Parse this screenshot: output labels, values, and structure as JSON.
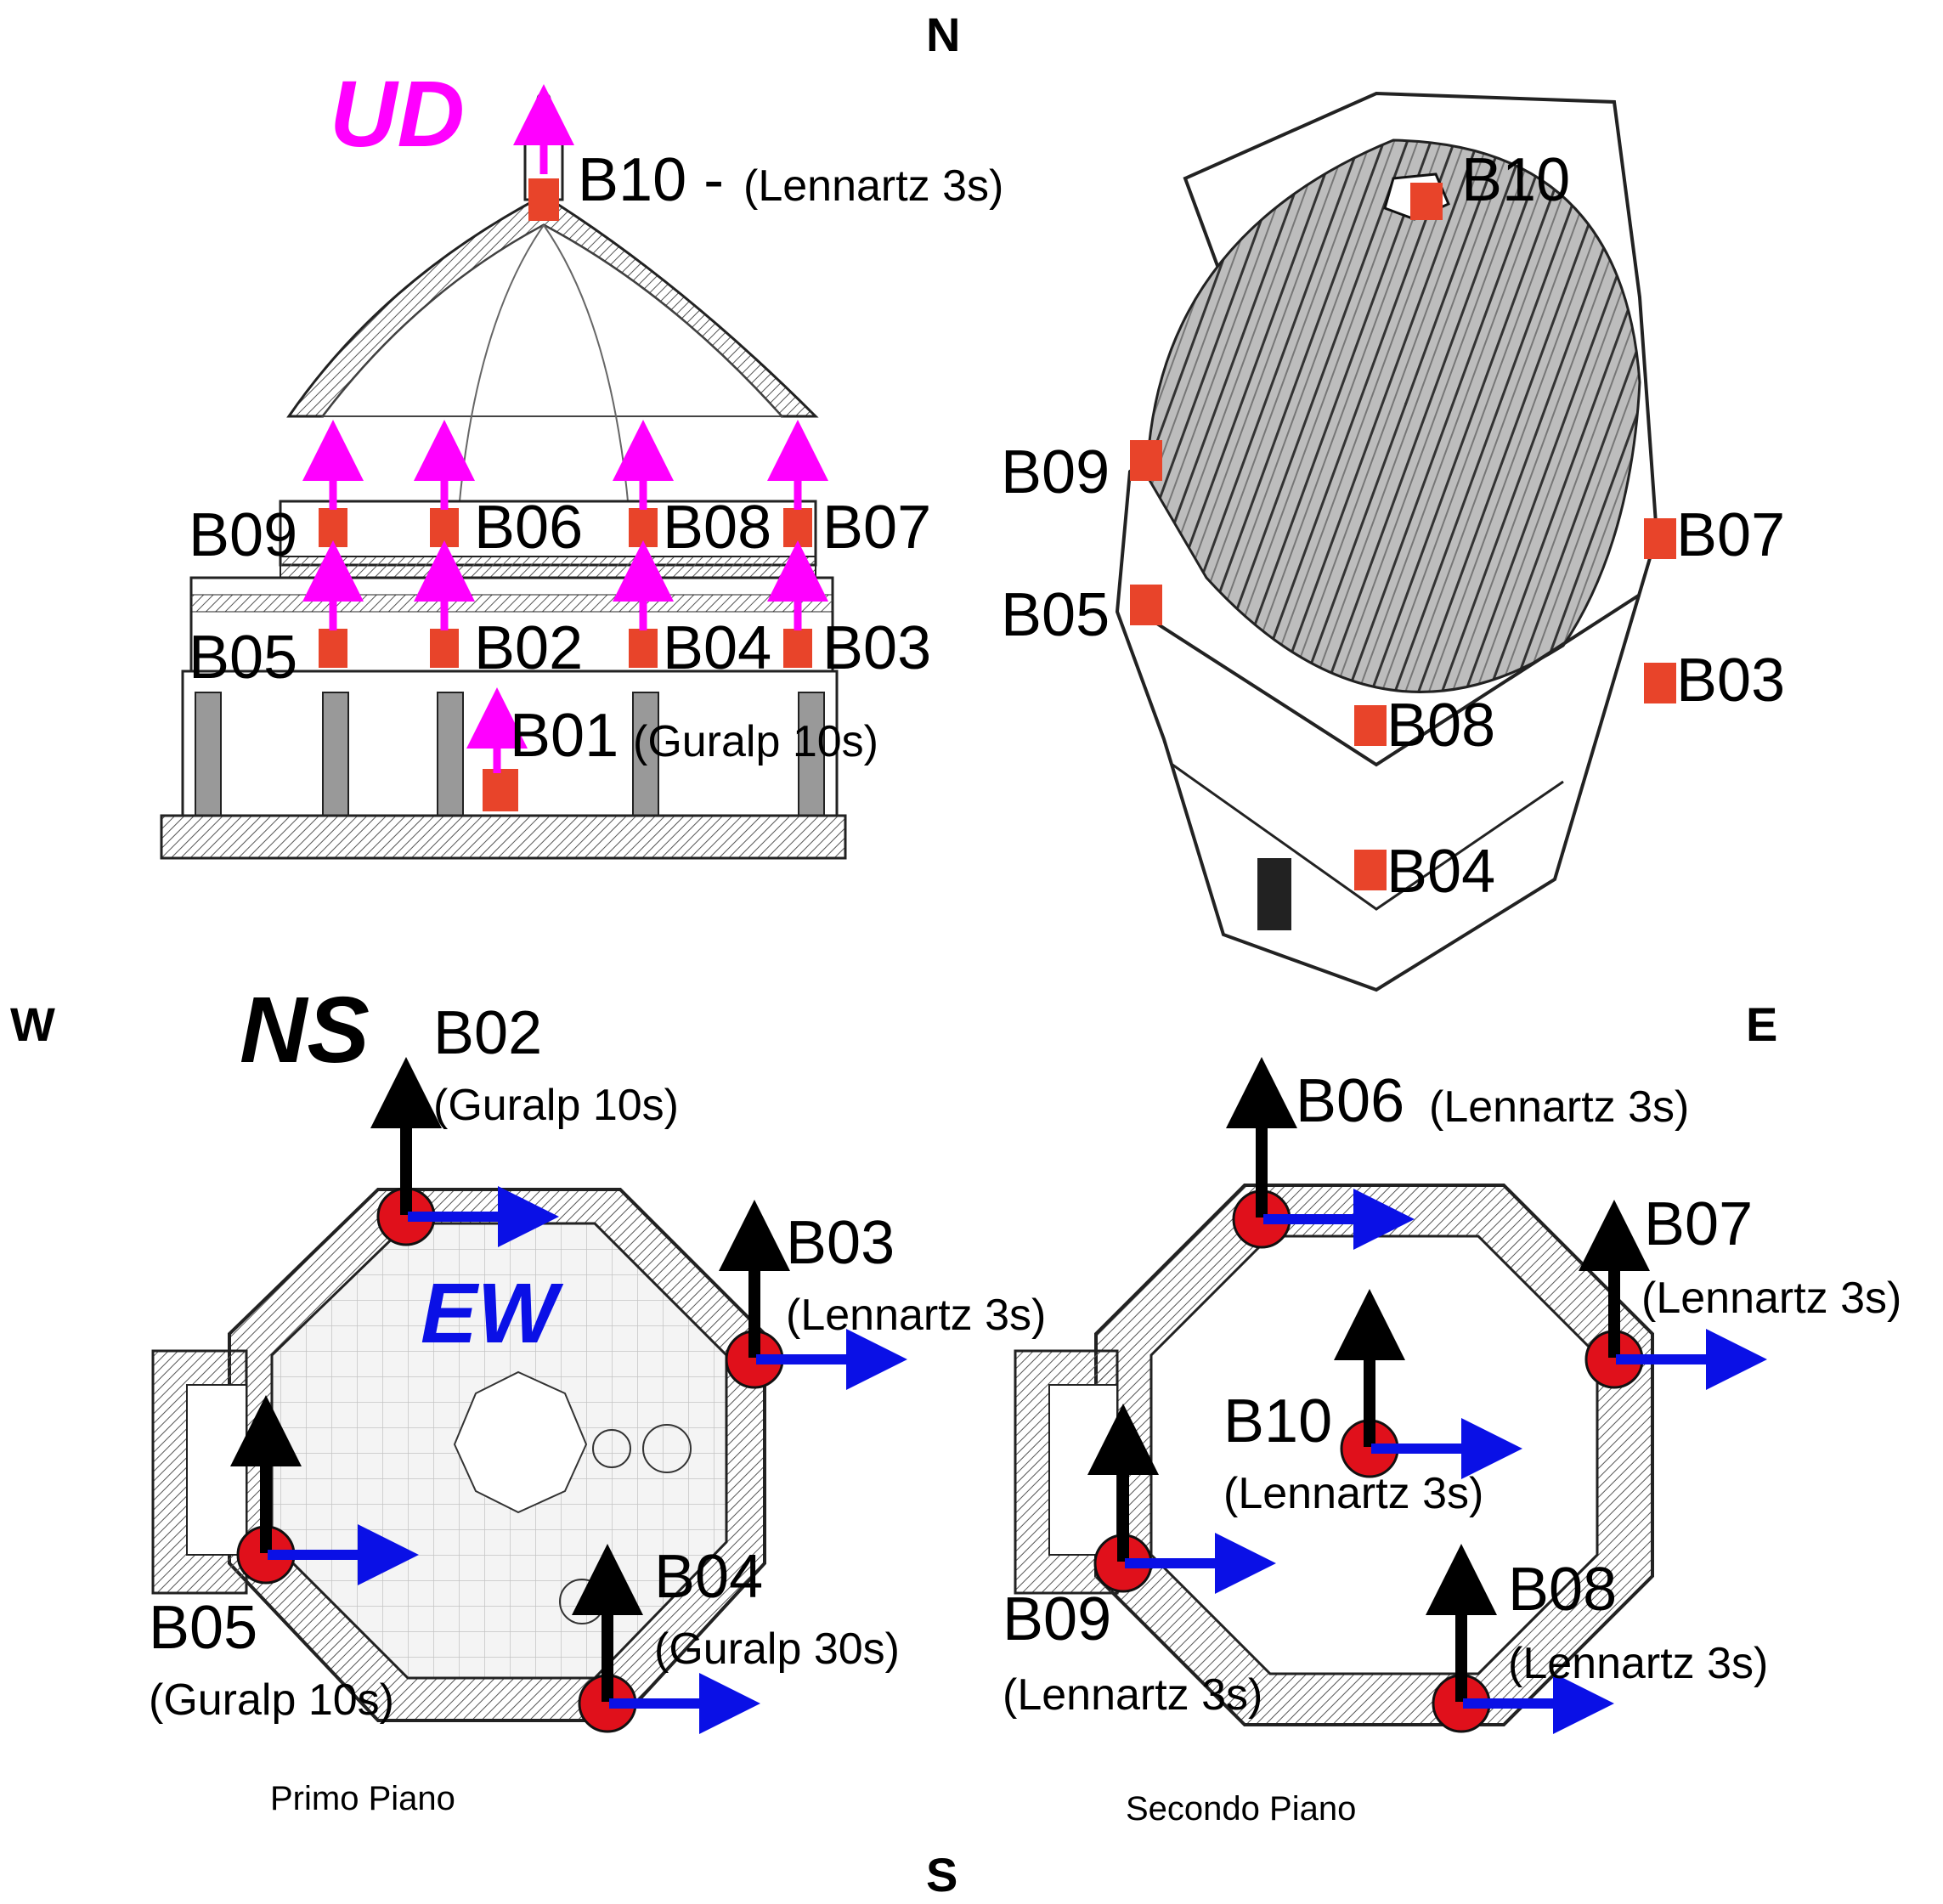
{
  "compass": {
    "north": "N",
    "south": "S",
    "west": "W",
    "east": "E"
  },
  "components": {
    "ud": "UD",
    "ns": "NS",
    "ew": "EW"
  },
  "colors": {
    "sensor": "#e8442a",
    "ud_arrow": "#ff00ff",
    "ns_arrow": "#000000",
    "ew_arrow": "#0a10e6",
    "dot": "#e0101b",
    "wall": "#c8c8c8"
  },
  "section": {
    "b10": "B10 -",
    "b10_sensor": "(Lennartz 3s)",
    "b09": "B09",
    "b06": "B06",
    "b08": "B08",
    "b07": "B07",
    "b05": "B05",
    "b02": "B02",
    "b04": "B04",
    "b03": "B03",
    "b01": "B01",
    "b01_sensor": "(Guralp 10s)"
  },
  "perspective": {
    "b10": "B10",
    "b09": "B09",
    "b05": "B05",
    "b07": "B07",
    "b03": "B03",
    "b08": "B08",
    "b04": "B04"
  },
  "plan1": {
    "caption": "Primo Piano",
    "b02": "B02",
    "b02_sensor": "(Guralp 10s)",
    "b03": "B03",
    "b03_sensor": "(Lennartz 3s)",
    "b05": "B05",
    "b05_sensor": "(Guralp 10s)",
    "b04": "B04",
    "b04_sensor": "(Guralp 30s)"
  },
  "plan2": {
    "caption": "Secondo Piano",
    "b06": "B06",
    "b06_sensor": "(Lennartz 3s)",
    "b07": "B07",
    "b07_sensor": "(Lennartz 3s)",
    "b10": "B10",
    "b10_sensor": "(Lennartz 3s)",
    "b09": "B09",
    "b09_sensor": "(Lennartz 3s)",
    "b08": "B08",
    "b08_sensor": "(Lennartz 3s)"
  }
}
